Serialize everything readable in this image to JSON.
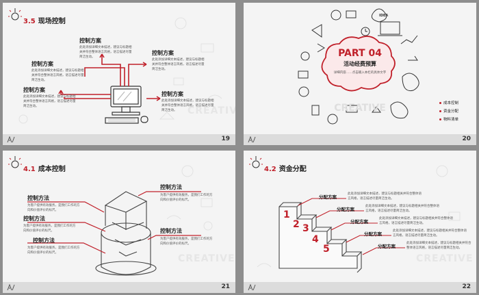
{
  "slides": [
    {
      "page": "19",
      "section_num": "3.5",
      "section_title": "现场控制",
      "bg_text": "CREATIVE",
      "items": [
        {
          "title": "控制方案",
          "desc": "此处添加详细文本描述，建议与标题相关并符合整体语言风格，语言描述尽量简洁生动。"
        },
        {
          "title": "控制方案",
          "desc": "此处添加详细文本描述，建议与标题相关并符合整体语言风格，语言描述尽量简洁生动。"
        },
        {
          "title": "控制方案",
          "desc": "此处添加详细文本描述，建议与标题相关并符合整体语言风格，语言描述尽量简洁生动。"
        },
        {
          "title": "控制方案",
          "desc": "此处添加详细文本描述，建议与标题相关并符合整体语言风格，语言描述尽量简洁生动。"
        },
        {
          "title": "控制方案",
          "desc": "此处添加详细文本描述，建议与标题相关并符合整体语言风格，语言描述尽量简洁生动。"
        }
      ]
    },
    {
      "page": "20",
      "part": "PART 04",
      "title": "活动经费预算",
      "subtitle": "详细内容……点击输入本栏的具体文字",
      "bg_text": "CREATIVE",
      "idea": "IDEA",
      "bullets": [
        "成本控制",
        "资金分配",
        "物料清单"
      ]
    },
    {
      "page": "21",
      "section_num": "4.1",
      "section_title": "成本控制",
      "bg_text": "CREATIVE",
      "items": [
        {
          "title": "控制方法",
          "desc": "为客户提供有效服务，是我们工作的方向和价值评价的标尺。"
        },
        {
          "title": "控制方法",
          "desc": "为客户提供有效服务，是我们工作的方向和价值评价的标尺。"
        },
        {
          "title": "控制方法",
          "desc": "为客户提供有效服务，是我们工作的方向和价值评价的标尺。"
        },
        {
          "title": "控制方法",
          "desc": "为客户提供有效服务，是我们工作的方向和价值评价的标尺。"
        },
        {
          "title": "控制方法",
          "desc": "为客户提供有效服务，是我们工作的方向和价值评价的标尺。"
        }
      ]
    },
    {
      "page": "22",
      "section_num": "4.2",
      "section_title": "资金分配",
      "bg_text": "CREATIVE",
      "steps": [
        "1",
        "2",
        "3",
        "4",
        "5"
      ],
      "items": [
        {
          "title": "分配方案",
          "desc": "此处添加详细文本描述，建议与标题相关并符合整体语言风格，语言描述尽量简洁生动。"
        },
        {
          "title": "分配方案",
          "desc": "此处添加详细文本描述，建议与标题相关并符合整体语言风格，语言描述尽量简洁生动。"
        },
        {
          "title": "分配方案",
          "desc": "此处添加详细文本描述，建议与标题相关并符合整体语言风格，语言描述尽量简洁生动。"
        },
        {
          "title": "分配方案",
          "desc": "此处添加详细文本描述，建议与标题相关并符合整体语言风格，语言描述尽量简洁生动。"
        },
        {
          "title": "分配方案",
          "desc": "此处添加详细文本描述，建议与标题相关并符合整体语言风格，语言描述尽量简洁生动。"
        }
      ]
    }
  ],
  "colors": {
    "accent": "#c0202a",
    "bg": "#f4f4f4",
    "footer": "#dcdcdc"
  }
}
